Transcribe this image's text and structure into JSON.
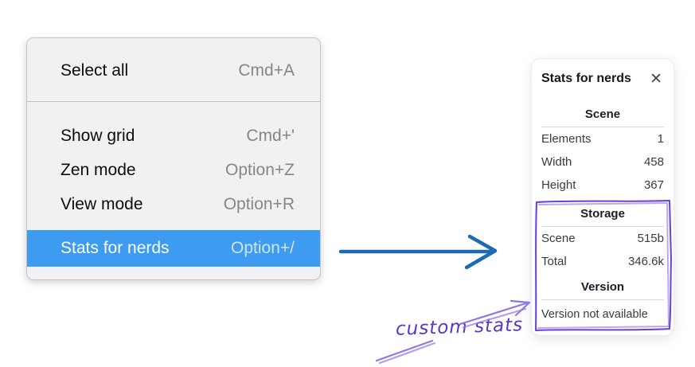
{
  "context_menu": {
    "items": [
      {
        "label": "Select all",
        "shortcut": "Cmd+A"
      },
      {
        "label": "Show grid",
        "shortcut": "Cmd+'"
      },
      {
        "label": "Zen mode",
        "shortcut": "Option+Z"
      },
      {
        "label": "View mode",
        "shortcut": "Option+R"
      },
      {
        "label": "Stats for nerds",
        "shortcut": "Option+/"
      }
    ],
    "selected_item": "Stats for nerds"
  },
  "stats_panel": {
    "title": "Stats for nerds",
    "close_icon": "✕",
    "scene": {
      "heading": "Scene",
      "rows": [
        {
          "label": "Elements",
          "value": "1"
        },
        {
          "label": "Width",
          "value": "458"
        },
        {
          "label": "Height",
          "value": "367"
        }
      ]
    },
    "storage": {
      "heading": "Storage",
      "rows": [
        {
          "label": "Scene",
          "value": "515b"
        },
        {
          "label": "Total",
          "value": "346.6k"
        }
      ]
    },
    "version": {
      "heading": "Version",
      "note": "Version not available"
    }
  },
  "annotation": {
    "label": "custom stats"
  },
  "colors": {
    "highlight_blue": "#3d9bf0",
    "highlight_shortcut": "#cfe4fb",
    "arrow_blue": "#1c6bb2",
    "annotation_purple": "#5b35c4",
    "box_purple": "#6741d9",
    "arrow_purple": "#9177e3",
    "menu_bg": "#f1f1f3",
    "menu_border": "#c6c6c9",
    "shortcut_gray": "#85858a",
    "panel_text": "#3a3a42",
    "divider_gray": "#d7dade"
  }
}
